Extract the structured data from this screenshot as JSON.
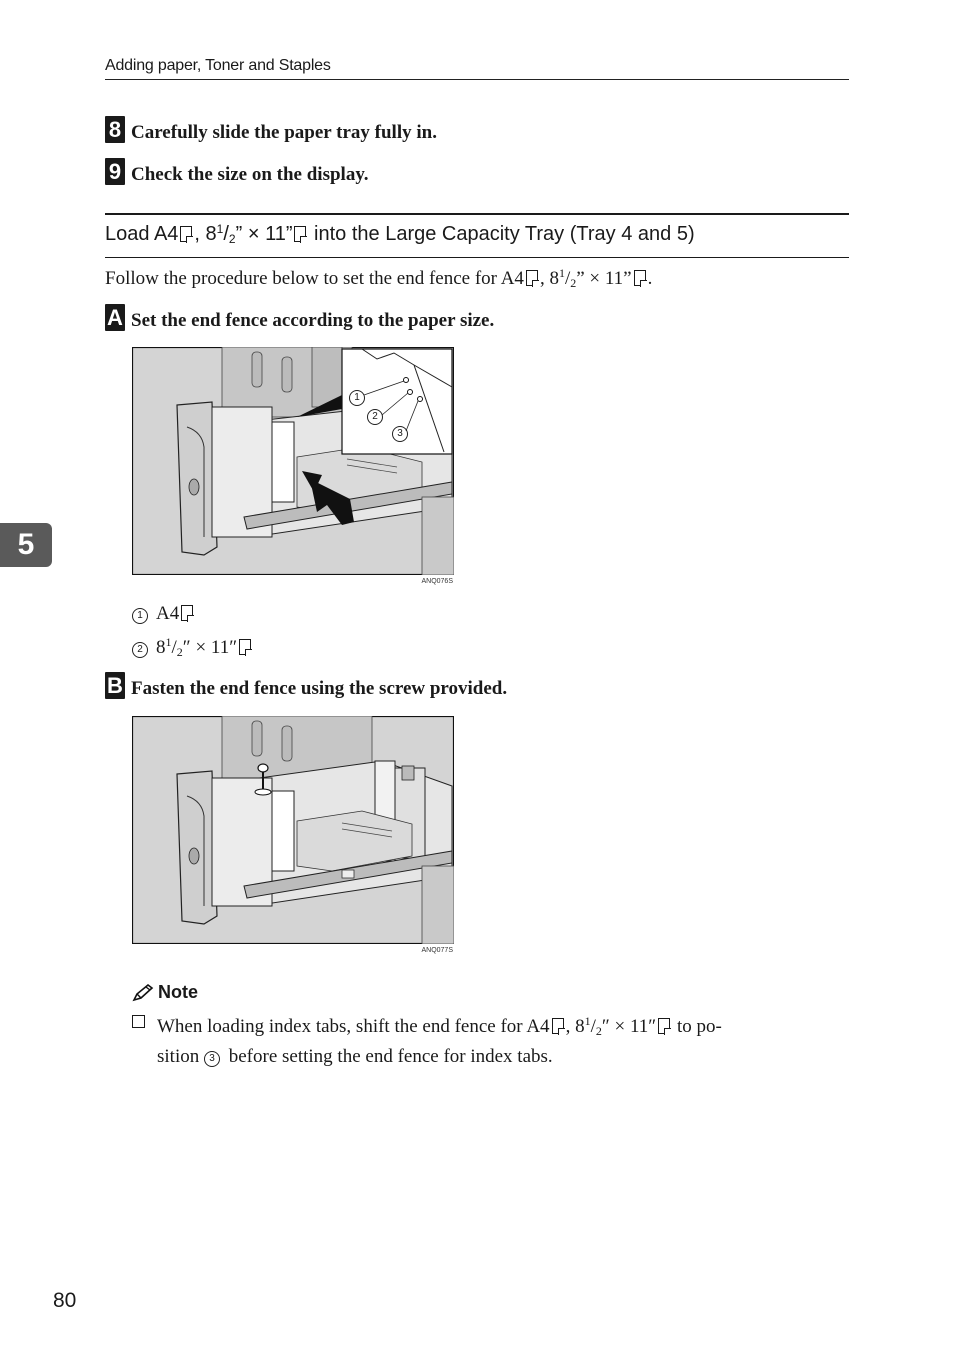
{
  "running_head": "Adding paper, Toner and Staples",
  "steps_top": [
    {
      "number": "8",
      "text": "Carefully slide the paper tray fully in."
    },
    {
      "number": "9",
      "text": "Check the size on the display."
    }
  ],
  "section": {
    "title_part1": "Load A4",
    "title_part2": ", 8",
    "title_sup": "1",
    "title_slash": "/",
    "title_sub": "2",
    "title_part3": "” × 11”",
    "title_part4": " into the Large Capacity Tray (Tray 4 and 5)"
  },
  "intro": {
    "part1": "Follow the procedure below to set the end fence for A4",
    "part2": ", 8",
    "sup": "1",
    "slash": "/",
    "sub": "2",
    "part3": "” × 11”",
    "part4": "."
  },
  "step_a": {
    "number": "A",
    "text": "Set the end fence according to the paper size."
  },
  "figure1": {
    "code": "ANQ076S",
    "callouts": [
      "1",
      "2",
      "3"
    ]
  },
  "legend": [
    {
      "num": "1",
      "text": "A4"
    },
    {
      "num": "2",
      "text_pre": "8",
      "sup": "1",
      "slash": "/",
      "sub": "2",
      "text_post": "″ × 11″"
    }
  ],
  "step_b": {
    "number": "B",
    "text": "Fasten the end fence using the screw provided."
  },
  "figure2": {
    "code": "ANQ077S"
  },
  "note": {
    "heading": "Note",
    "part1": "When loading index tabs, shift the end fence for A4",
    "part2": ", 8",
    "sup": "1",
    "slash": "/",
    "sub": "2",
    "part3": "″ × 11″",
    "part4": " to po-",
    "line2_pre": "sition ",
    "line2_circ": "3",
    "line2_post": " before setting the end fence for index tabs."
  },
  "chapter_tab": "5",
  "page_number": "80"
}
